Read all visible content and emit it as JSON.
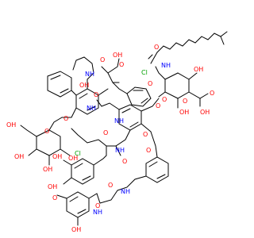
{
  "colors": {
    "carbon": "#000000",
    "oxygen": "#ff0000",
    "nitrogen": "#0000ff",
    "chlorine": "#00a000",
    "background": "#ffffff"
  },
  "labels": {
    "OH_a": "OH",
    "OH_b": "OH",
    "OH_c": "OH",
    "OH_d": "OH",
    "OH_e": "OH",
    "OH_f": "OH",
    "OH_g": "OH",
    "OH_h": "OH",
    "OH_i": "OH",
    "OH_j": "OH",
    "OH_k": "OH",
    "OH_l": "OH",
    "O_a": "O",
    "O_b": "O",
    "O_c": "O",
    "O_d": "O",
    "O_e": "O",
    "O_f": "O",
    "O_g": "O",
    "O_h": "O",
    "O_i": "O",
    "O_j": "O",
    "O_k": "O",
    "O_l": "O",
    "O_m": "O",
    "O_n": "O",
    "O_o": "O",
    "O_p": "O",
    "O_q": "O",
    "O_r": "O",
    "NH_a": "NH",
    "NH_b": "NH",
    "NH_c": "NH",
    "NH_d": "NH",
    "NH_e": "NH",
    "NH_f": "NH",
    "NH_g": "NH",
    "Cl_a": "Cl",
    "Cl_b": "Cl"
  }
}
